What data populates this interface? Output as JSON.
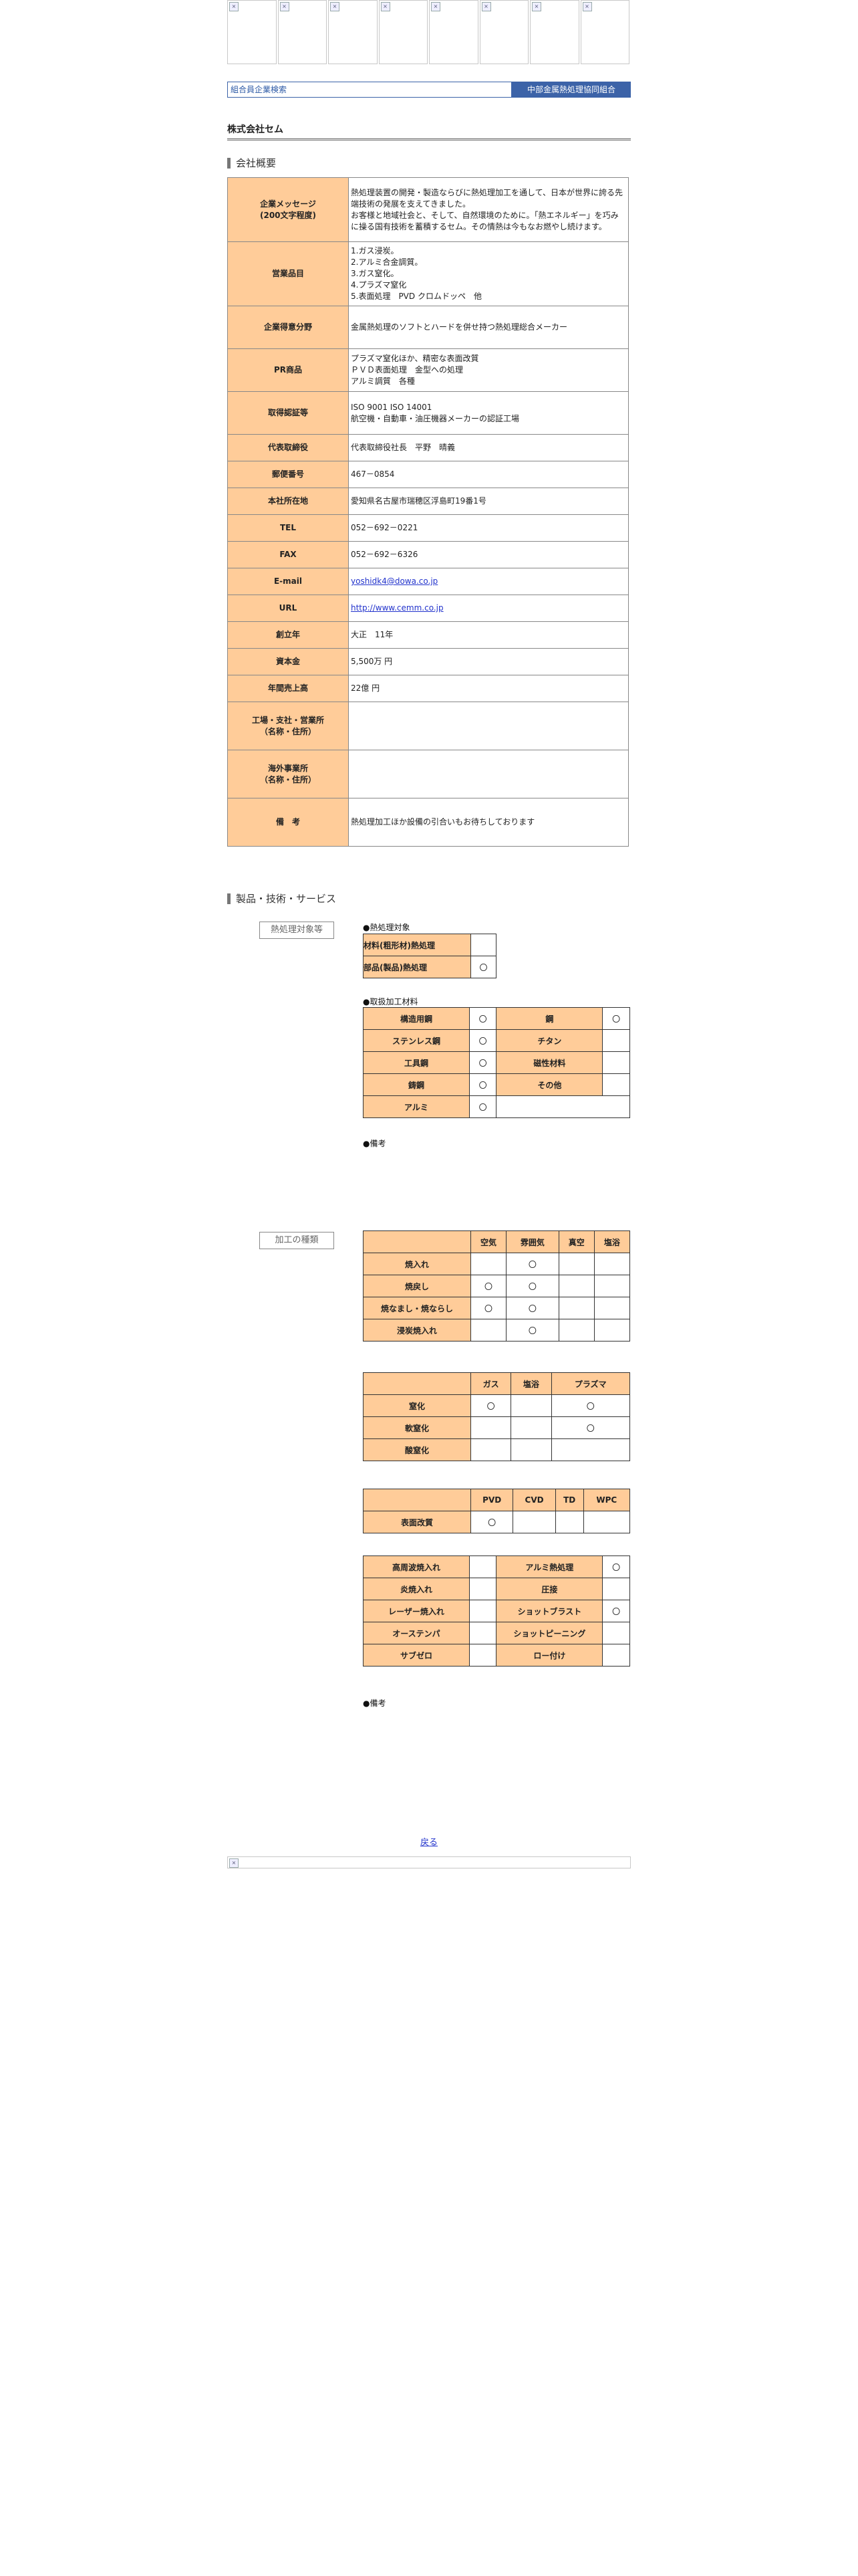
{
  "nav": {
    "count": 8
  },
  "search": {
    "left_label": "組合員企業検索",
    "right_label": "中部金属熱処理協同組合"
  },
  "company_name": "株式会社セム",
  "section_overview": "会社概要",
  "overview": [
    {
      "label": "企業メッセージ\n(200文字程度)",
      "value": "熱処理装置の開発・製造ならびに熱処理加工を通して、日本が世界に誇る先端技術の発展を支えてきました。\nお客様と地域社会と、そして、自然環境のために。「熱エネルギー」を巧みに操る国有技術を蓄積するセム。その情熱は今もなお燃やし続けます。"
    },
    {
      "label": "営業品目",
      "value": "1.ガス浸炭。\n2.アルミ合金調質。\n3.ガス窒化。\n4.プラズマ窒化\n5.表面処理　PVD クロムドッペ　他"
    },
    {
      "label": "企業得意分野",
      "value": "金属熱処理のソフトとハードを併せ持つ熱処理総合メーカー"
    },
    {
      "label": "PR商品",
      "value": "プラズマ窒化ほか、精密な表面改質\nＰＶＤ表面処理　金型への処理\nアルミ調質　各種"
    },
    {
      "label": "取得認証等",
      "value": "ISO 9001 ISO 14001\n航空機・自動車・油圧機器メーカーの認証工場"
    },
    {
      "label": "代表取締役",
      "value": "代表取締役社長　平野　晴義"
    },
    {
      "label": "郵便番号",
      "value": "467－0854"
    },
    {
      "label": "本社所在地",
      "value": "愛知県名古屋市瑞穂区浮島町19番1号"
    },
    {
      "label": "TEL",
      "value": "052－692－0221"
    },
    {
      "label": "FAX",
      "value": "052－692－6326"
    },
    {
      "label": "E-mail",
      "value": "yoshidk4@dowa.co.jp",
      "link": true
    },
    {
      "label": "URL",
      "value": "http://www.cemm.co.jp",
      "link": true
    },
    {
      "label": "創立年",
      "value": "大正　11年"
    },
    {
      "label": "資本金",
      "value": "5,500万 円"
    },
    {
      "label": "年間売上高",
      "value": "22億 円"
    },
    {
      "label": "工場・支社・営業所\n（名称・住所）",
      "value": ""
    },
    {
      "label": "海外事業所\n（名称・住所）",
      "value": ""
    },
    {
      "label": "備　考",
      "value": "熱処理加工ほか設備の引合いもお待ちしております"
    }
  ],
  "section_products": "製品・技術・サービス",
  "label_target": "熱処理対象等",
  "note_target": "●熱処理対象",
  "target_rows": [
    {
      "label": "材料(粗形材)熱処理",
      "mark": ""
    },
    {
      "label": "部品(製品)熱処理",
      "mark": "〇"
    }
  ],
  "note_material": "●取扱加工材料",
  "materials": [
    [
      "構造用鋼",
      "〇",
      "鋼",
      "〇"
    ],
    [
      "ステンレス鋼",
      "〇",
      "チタン",
      ""
    ],
    [
      "工具鋼",
      "〇",
      "磁性材料",
      ""
    ],
    [
      "鋳鋼",
      "〇",
      "その他",
      ""
    ],
    [
      "アルミ",
      "〇"
    ]
  ],
  "note_remarks1": "●備考",
  "label_process": "加工の種類",
  "table1": {
    "headers": [
      "",
      "空気",
      "雰囲気",
      "真空",
      "塩浴"
    ],
    "rows": [
      [
        "焼入れ",
        "",
        "〇",
        "",
        ""
      ],
      [
        "焼戻し",
        "〇",
        "〇",
        "",
        ""
      ],
      [
        "焼なまし・焼ならし",
        "〇",
        "〇",
        "",
        ""
      ],
      [
        "浸炭焼入れ",
        "",
        "〇",
        "",
        ""
      ]
    ]
  },
  "table2": {
    "headers": [
      "",
      "ガス",
      "塩浴",
      "プラズマ"
    ],
    "rows": [
      [
        "窒化",
        "〇",
        "",
        "〇"
      ],
      [
        "軟窒化",
        "",
        "",
        "〇"
      ],
      [
        "酸窒化",
        "",
        "",
        ""
      ]
    ]
  },
  "table3": {
    "headers": [
      "",
      "PVD",
      "CVD",
      "TD",
      "WPC"
    ],
    "rows": [
      [
        "表面改質",
        "〇",
        "",
        "",
        ""
      ]
    ]
  },
  "table4": [
    [
      "高周波焼入れ",
      "",
      "アルミ熱処理",
      "〇"
    ],
    [
      "炎焼入れ",
      "",
      "圧接",
      ""
    ],
    [
      "レーザー焼入れ",
      "",
      "ショットブラスト",
      "〇"
    ],
    [
      "オーステンパ",
      "",
      "ショットピーニング",
      ""
    ],
    [
      "サブゼロ",
      "",
      "ロー付け",
      ""
    ]
  ],
  "note_remarks2": "●備考",
  "back_label": "戻る"
}
